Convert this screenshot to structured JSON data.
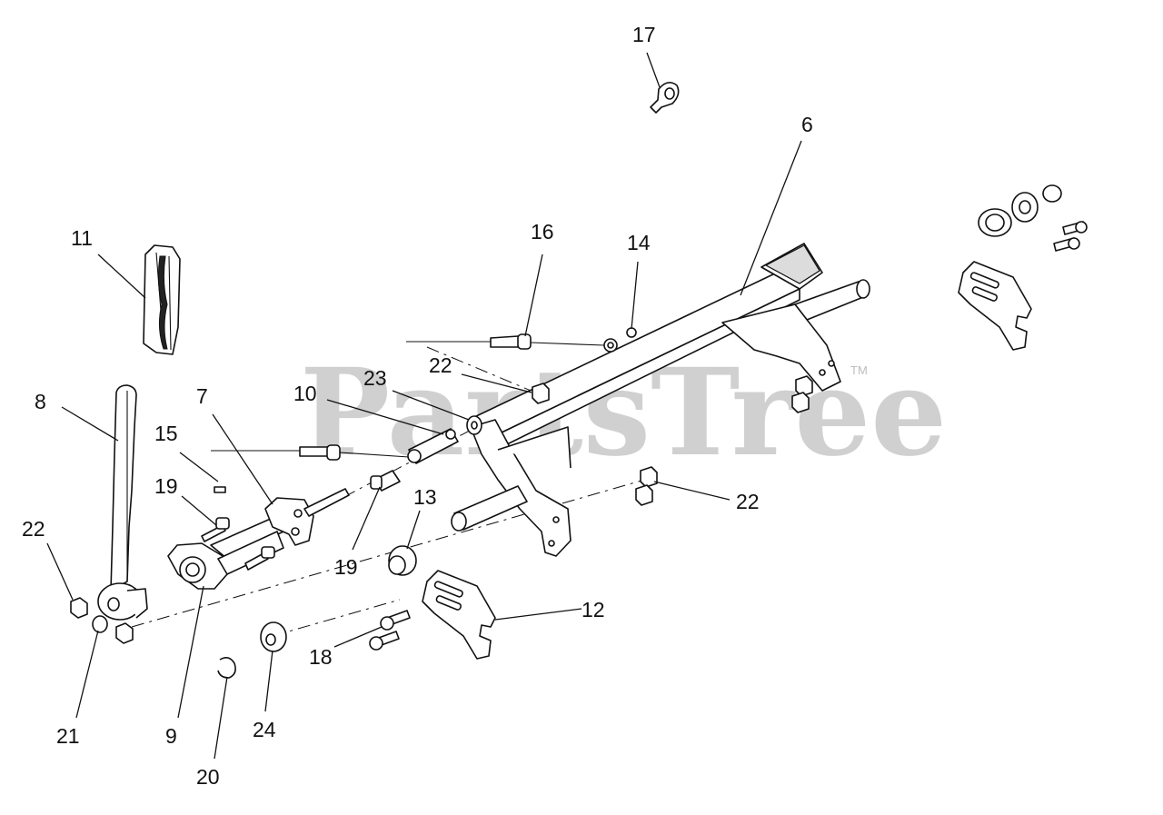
{
  "watermark": {
    "text": "PartsTree",
    "trademark": "TM"
  },
  "callouts": [
    "17",
    "6",
    "16",
    "14",
    "11",
    "22",
    "23",
    "10",
    "8",
    "7",
    "15",
    "19",
    "13",
    "22",
    "22",
    "19",
    "12",
    "18",
    "21",
    "9",
    "24",
    "20"
  ]
}
